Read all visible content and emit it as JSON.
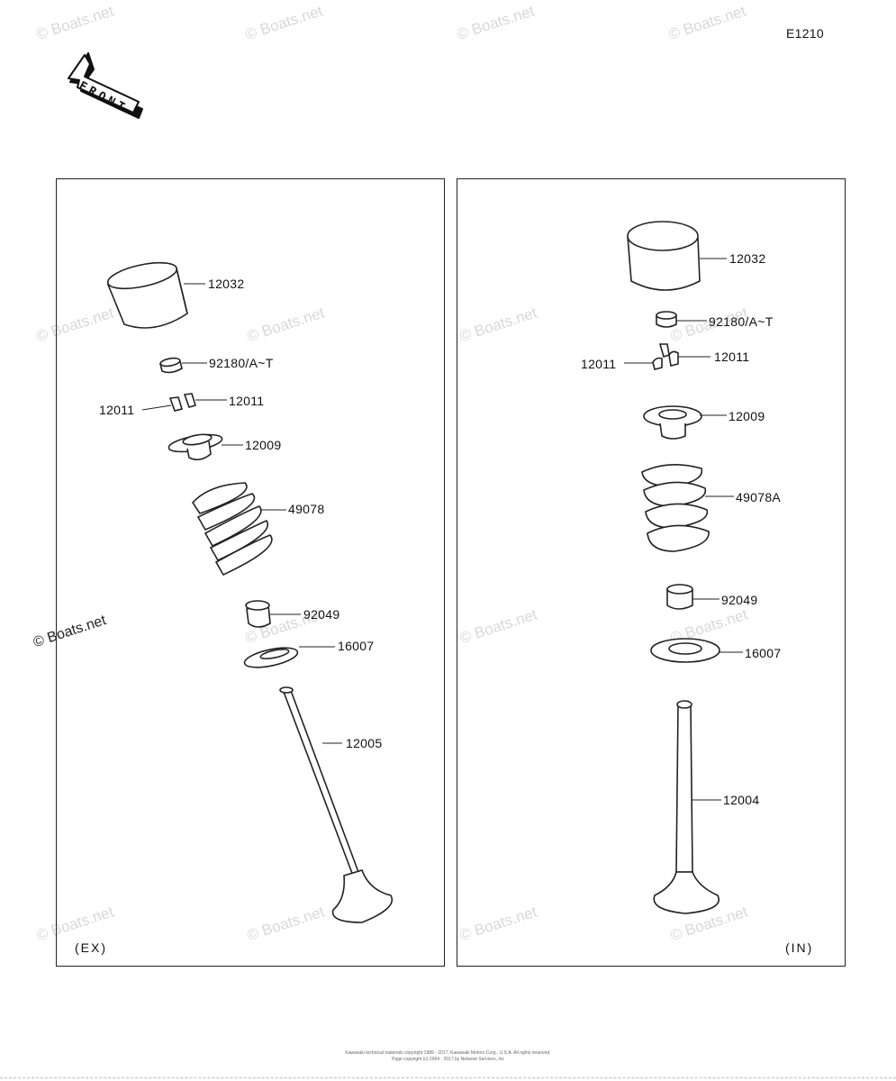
{
  "diagram_code": "E1210",
  "front_label": "FRONT",
  "watermark": "© Boats.net",
  "footer": {
    "line1": "Kawasaki technical materials copyright 1989 - 2017, Kawasaki Motors Corp., U.S.A. All rights reserved.",
    "line2": "Page copyright (c) 2004 - 2017 by Network Services, Inc"
  },
  "panels": {
    "exhaust": {
      "label": "(EX)",
      "parts": {
        "lifter": "12032",
        "shim": "92180/A~T",
        "keeper_right": "12011",
        "keeper_left": "12011",
        "retainer": "12009",
        "spring": "49078",
        "stem_seal": "92049",
        "spring_seat": "16007",
        "valve": "12005"
      }
    },
    "intake": {
      "label": "(IN)",
      "parts": {
        "lifter": "12032",
        "shim": "92180/A~T",
        "keeper_left": "12011",
        "keeper_right": "12011",
        "retainer": "12009",
        "spring": "49078A",
        "stem_seal": "92049",
        "spring_seat": "16007",
        "valve": "12004"
      }
    }
  }
}
